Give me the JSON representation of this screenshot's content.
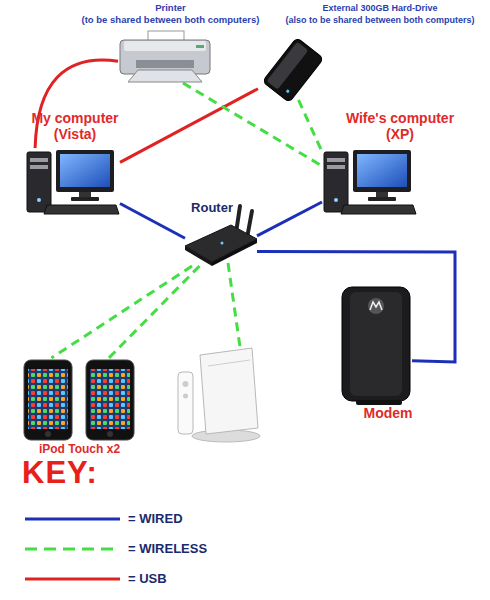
{
  "diagram": {
    "nodes": [
      {
        "text": [
          "Printer",
          "(to be shared between both computers)"
        ]
      },
      {
        "text": [
          "External 300GB Hard-Drive",
          "(also to be shared between both computers)"
        ]
      },
      {
        "text": [
          "My computer",
          "(Vista)"
        ]
      },
      {
        "text": [
          "Wife's computer",
          "(XP)"
        ]
      },
      {
        "text": [
          "Router"
        ]
      },
      {
        "text": [
          "iPod Touch x2"
        ]
      },
      {
        "text": [
          "Modem"
        ]
      }
    ],
    "edges": [
      {
        "from": 0,
        "to": 2,
        "arrow": "none"
      },
      {
        "from": 2,
        "to": 1,
        "arrow": "none"
      },
      {
        "from": 0,
        "to": 3,
        "arrow": "none"
      },
      {
        "from": 1,
        "to": 3,
        "arrow": "none"
      },
      {
        "from": 2,
        "to": 4,
        "arrow": "none"
      },
      {
        "from": 4,
        "to": 3,
        "arrow": "none"
      },
      {
        "from": 4,
        "to": 6,
        "arrow": "none"
      },
      {
        "from": 4,
        "to": 5,
        "arrow": "none"
      },
      {
        "from": 4,
        "to": 5,
        "arrow": "none"
      }
    ],
    "labels": [
      "KEY:"
    ],
    "legend": [
      {
        "text": "= WIRED"
      },
      {
        "text": "= WIRELESS"
      },
      {
        "text": "= USB"
      }
    ]
  }
}
